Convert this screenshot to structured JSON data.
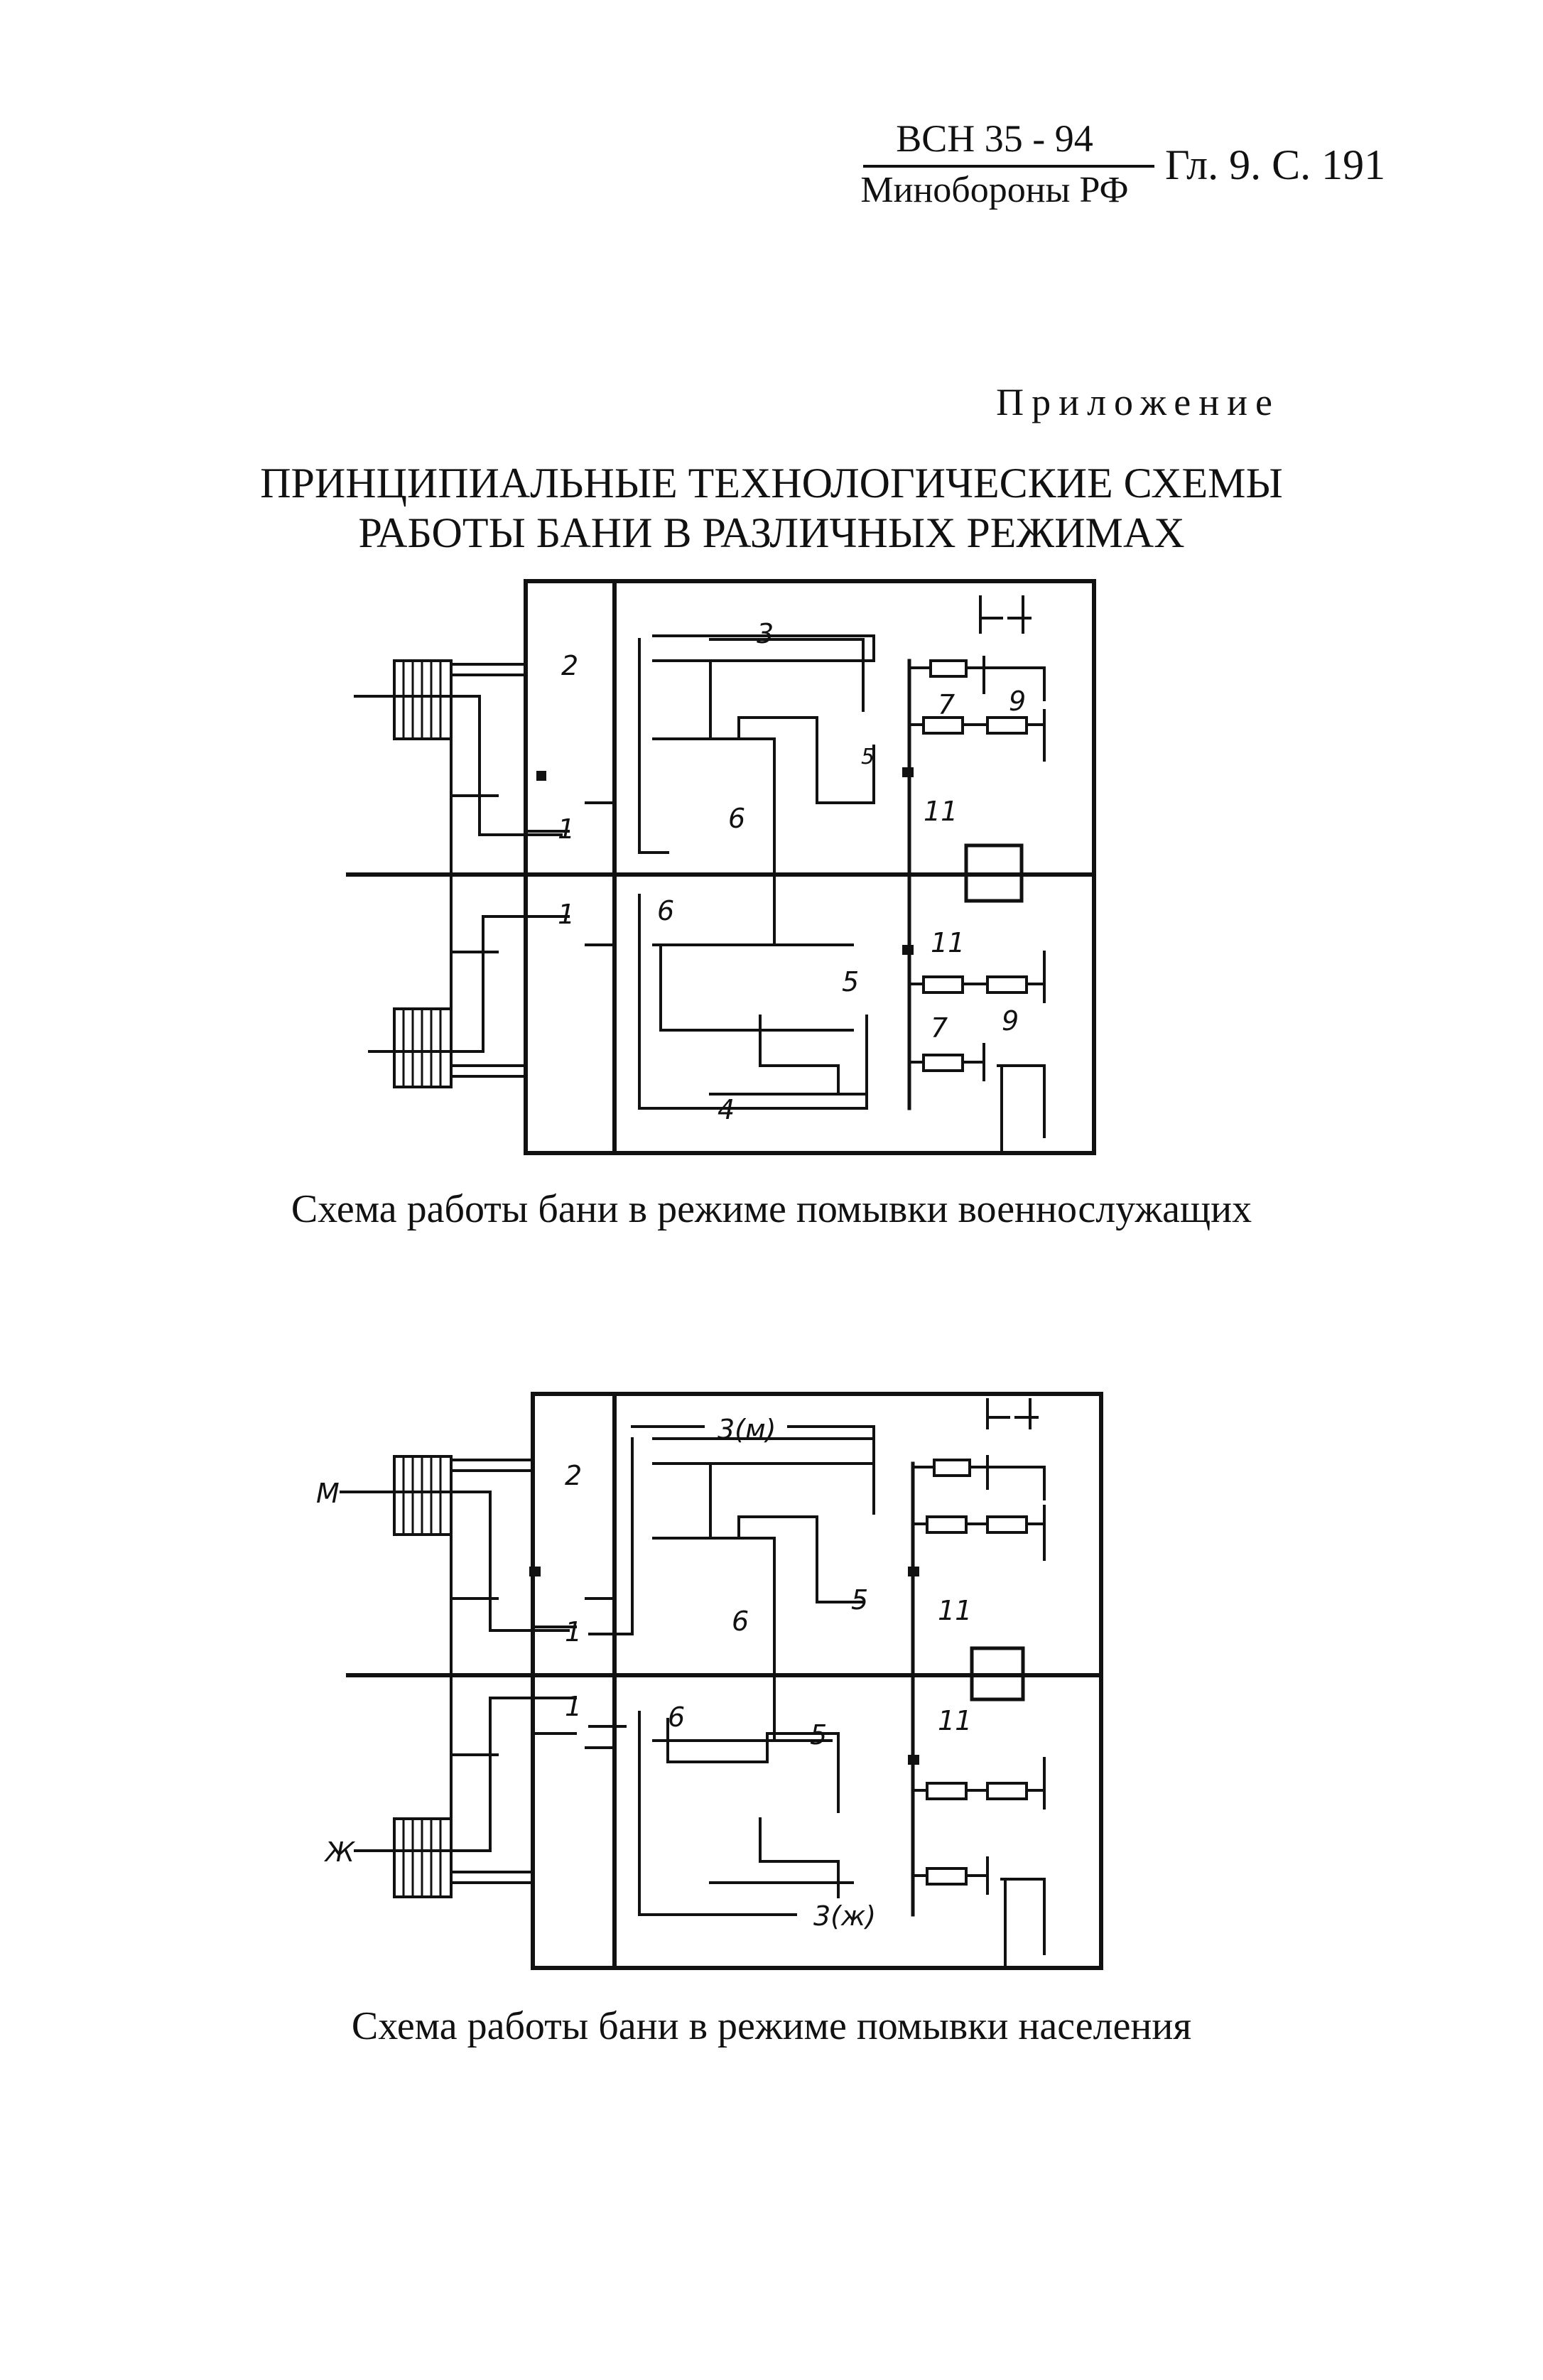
{
  "header": {
    "code": "ВСН 35 - 94",
    "org": "Минобороны РФ",
    "ref": "Гл. 9. С. 191"
  },
  "appendix_label": "Приложение",
  "title_line1": "ПРИНЦИПИАЛЬНЫЕ ТЕХНОЛОГИЧЕСКИЕ СХЕМЫ",
  "title_line2": "РАБОТЫ БАНИ В РАЗЛИЧНЫХ РЕЖИМАХ",
  "scheme1": {
    "labels": {
      "l2": "2",
      "l3": "3",
      "l4": "4",
      "l5a": "5",
      "l5b": "5",
      "l6a": "6",
      "l6b": "6",
      "l7a": "7",
      "l7b": "7",
      "l9a": "9",
      "l9b": "9",
      "l11a": "11",
      "l11b": "11",
      "l1a": "1",
      "l1b": "1"
    },
    "caption": "Схема работы бани в режиме помывки военнослужащих"
  },
  "scheme2": {
    "labels": {
      "l2": "2",
      "l3m": "3(м)",
      "l3zh": "3(ж)",
      "l5a": "5",
      "l5b": "5",
      "l6a": "6",
      "l6b": "6",
      "l11a": "11",
      "l11b": "11",
      "l1a": "1",
      "l1b": "1",
      "lm": "М",
      "lzh": "Ж"
    },
    "caption": "Схема работы бани в режиме помывки населения"
  }
}
